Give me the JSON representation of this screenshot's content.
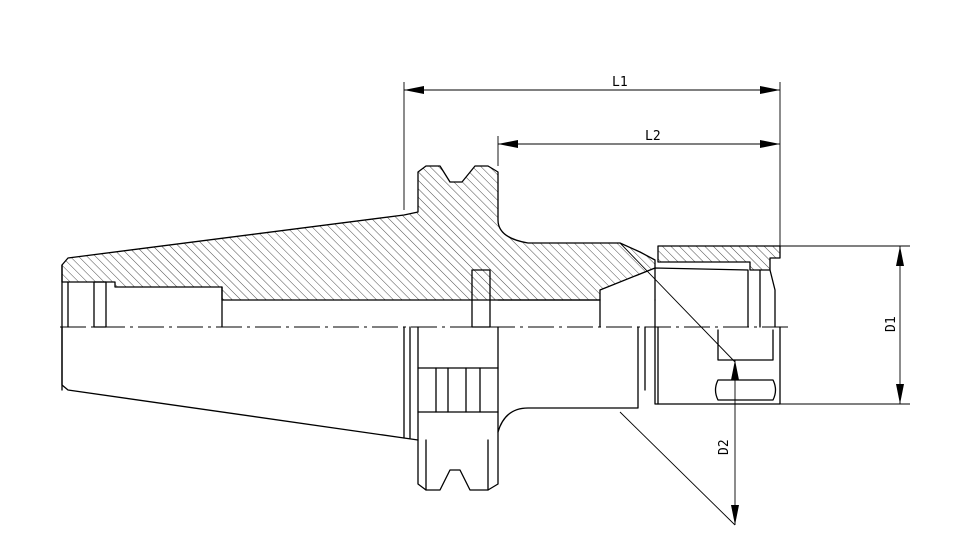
{
  "dimensions": {
    "l1": "L1",
    "l2": "L2",
    "d1": "D1",
    "d2": "D2"
  },
  "colors": {
    "line": "#000000",
    "background": "#ffffff"
  }
}
